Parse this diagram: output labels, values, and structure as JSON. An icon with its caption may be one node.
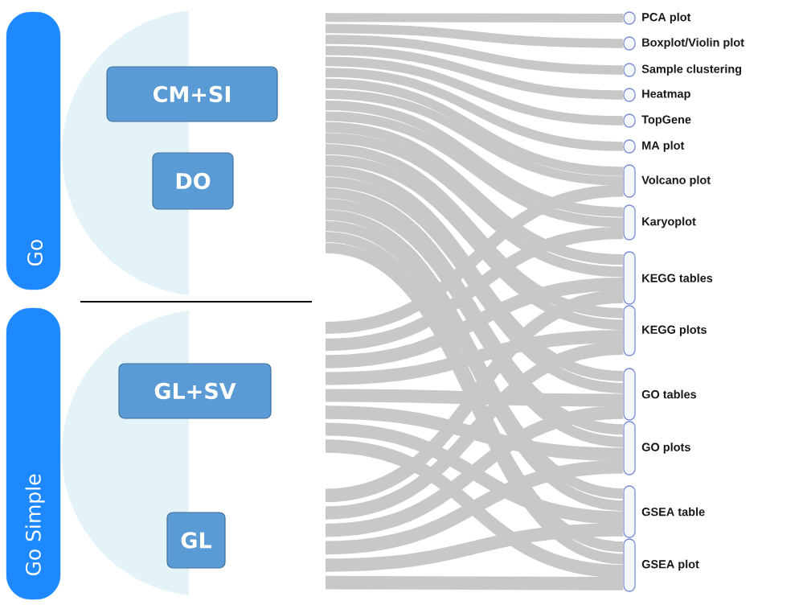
{
  "diagram": {
    "nodes": [
      {
        "text": [
          "Go"
        ]
      },
      {
        "text": [
          "CM+SI"
        ]
      },
      {
        "text": [
          "DO"
        ]
      },
      {
        "text": [
          "Go Simple"
        ]
      },
      {
        "text": [
          "GL+SV"
        ]
      },
      {
        "text": [
          "GL"
        ]
      },
      {
        "text": [
          "PCA plot"
        ]
      },
      {
        "text": [
          "Boxplot/Violin plot"
        ]
      },
      {
        "text": [
          "Sample clustering"
        ]
      },
      {
        "text": [
          "Heatmap"
        ]
      },
      {
        "text": [
          "TopGene"
        ]
      },
      {
        "text": [
          "MA plot"
        ]
      },
      {
        "text": [
          "Volcano plot"
        ]
      },
      {
        "text": [
          "Karyoplot"
        ]
      },
      {
        "text": [
          "KEGG tables"
        ]
      },
      {
        "text": [
          "KEGG plots"
        ]
      },
      {
        "text": [
          "GO tables"
        ]
      },
      {
        "text": [
          "GO plots"
        ]
      },
      {
        "text": [
          "GSEA table"
        ]
      },
      {
        "text": [
          "GSEA plot"
        ]
      }
    ],
    "edges": [
      {
        "from": null,
        "to": 6,
        "arrow": "none"
      },
      {
        "from": null,
        "to": 7,
        "arrow": "none"
      },
      {
        "from": null,
        "to": 8,
        "arrow": "none"
      },
      {
        "from": null,
        "to": 9,
        "arrow": "none"
      },
      {
        "from": null,
        "to": 10,
        "arrow": "none"
      },
      {
        "from": null,
        "to": 11,
        "arrow": "none"
      },
      {
        "from": null,
        "to": 12,
        "arrow": "none"
      },
      {
        "from": null,
        "to": 13,
        "arrow": "none"
      },
      {
        "from": null,
        "to": 14,
        "arrow": "none"
      },
      {
        "from": null,
        "to": 15,
        "arrow": "none"
      },
      {
        "from": null,
        "to": 16,
        "arrow": "none"
      },
      {
        "from": null,
        "to": 17,
        "arrow": "none"
      },
      {
        "from": null,
        "to": 18,
        "arrow": "none"
      },
      {
        "from": null,
        "to": 19,
        "arrow": "none"
      },
      {
        "from": null,
        "to": 12,
        "arrow": "none"
      },
      {
        "from": null,
        "to": 13,
        "arrow": "none"
      },
      {
        "from": null,
        "to": 14,
        "arrow": "none"
      },
      {
        "from": null,
        "to": 15,
        "arrow": "none"
      },
      {
        "from": null,
        "to": 16,
        "arrow": "none"
      },
      {
        "from": null,
        "to": 17,
        "arrow": "none"
      },
      {
        "from": null,
        "to": 18,
        "arrow": "none"
      },
      {
        "from": null,
        "to": 19,
        "arrow": "none"
      },
      {
        "from": null,
        "to": 12,
        "arrow": "none"
      },
      {
        "from": null,
        "to": 13,
        "arrow": "none"
      },
      {
        "from": null,
        "to": 14,
        "arrow": "none"
      },
      {
        "from": null,
        "to": 15,
        "arrow": "none"
      },
      {
        "from": null,
        "to": 16,
        "arrow": "none"
      },
      {
        "from": null,
        "to": 17,
        "arrow": "none"
      },
      {
        "from": null,
        "to": 18,
        "arrow": "none"
      },
      {
        "from": null,
        "to": 19,
        "arrow": "none"
      },
      {
        "from": null,
        "to": 14,
        "arrow": "none"
      },
      {
        "from": null,
        "to": 15,
        "arrow": "none"
      },
      {
        "from": null,
        "to": 16,
        "arrow": "none"
      },
      {
        "from": null,
        "to": 17,
        "arrow": "none"
      },
      {
        "from": null,
        "to": 18,
        "arrow": "none"
      },
      {
        "from": null,
        "to": 19,
        "arrow": "none"
      }
    ]
  }
}
